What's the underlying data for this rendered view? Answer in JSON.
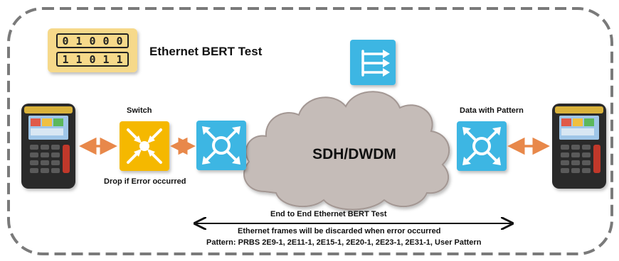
{
  "title": "Ethernet BERT Test",
  "binary_badge": {
    "row1": [
      "0",
      "1",
      "0",
      "0",
      "0"
    ],
    "row2": [
      "1",
      "1",
      "0",
      "1",
      "1"
    ]
  },
  "labels": {
    "switch": "Switch",
    "drop": "Drop if Error occurred",
    "data_pattern": "Data with Pattern",
    "cloud": "SDH/DWDM",
    "end_to_end": "End to End  Ethernet BERT Test",
    "discard": "Ethernet frames will be discarded when error occurred",
    "pattern": "Pattern: PRBS 2E9-1, 2E11-1, 2E15-1, 2E20-1, 2E23-1, 2E31-1, User Pattern"
  },
  "colors": {
    "border_dash": "#7a7a7a",
    "badge_fill": "#f6d98a",
    "switch_yellow": "#f5b800",
    "router_blue": "#3cb6e3",
    "arrow_orange": "#e8884a",
    "cloud_fill": "#c5bcb8",
    "cloud_stroke": "#a39793",
    "device_body": "#2a2a2a"
  },
  "icons": [
    "binary-icon",
    "mux-icon",
    "switch-icon",
    "router-icon",
    "tester-device-icon",
    "cloud-icon"
  ]
}
